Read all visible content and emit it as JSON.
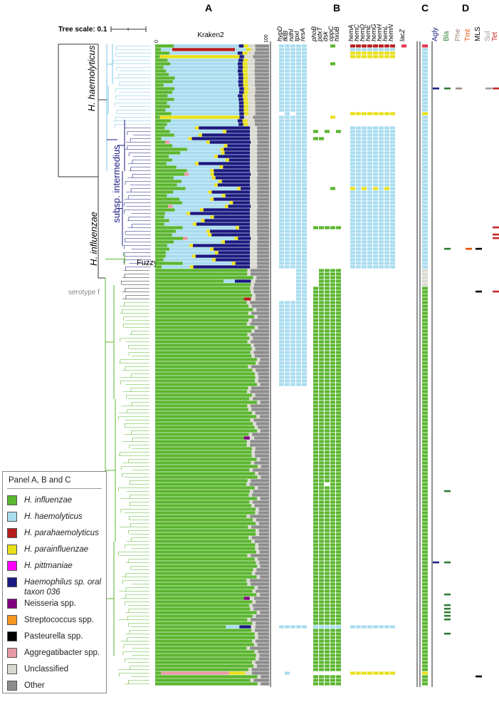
{
  "tree_scale_label": "Tree scale: 0.1",
  "panel_labels": [
    "A",
    "B",
    "C",
    "D"
  ],
  "panel_a": {
    "title": "Kraken2",
    "axis_start": "0",
    "axis_end": "100"
  },
  "clade_labels": {
    "haemolyticus": "H. haemolyticus",
    "intermedius": "subsp. intermedius",
    "influenzae": "H. influenzae",
    "fuzzy": "Fuzzy",
    "serotype_f": "serotype f"
  },
  "genes": [
    "hypD",
    "fklB",
    "ndhI",
    "tpxI",
    "resA",
    "phoB",
    "pdxT",
    "dsk",
    "oppC",
    "hxuB",
    "hemA",
    "hemC",
    "hemD",
    "hemE",
    "hemG",
    "hemH",
    "hemL",
    "hemN",
    "lacZ"
  ],
  "amr_classes": [
    {
      "label": "Agly",
      "color": "#1a237e"
    },
    {
      "label": "Bla",
      "color": "#2e7d32"
    },
    {
      "label": "Phe",
      "color": "#a1887f"
    },
    {
      "label": "Tmt",
      "color": "#e65100"
    },
    {
      "label": "MLS",
      "color": "#000000"
    },
    {
      "label": "Sul",
      "color": "#9e9e9e"
    },
    {
      "label": "Tet",
      "color": "#c62828"
    }
  ],
  "legend": {
    "title": "Panel A, B and C",
    "items": [
      {
        "label": "H. influenzae",
        "color": "#5ab52f",
        "italic": true
      },
      {
        "label": "H. haemolyticus",
        "color": "#a8dcef",
        "italic": true
      },
      {
        "label": "H. parahaemolyticus",
        "color": "#b71c1c",
        "italic": true
      },
      {
        "label": "H. parainfluenzae",
        "color": "#e8e01a",
        "italic": true
      },
      {
        "label": "H. pittmaniae",
        "color": "#ff00ff",
        "italic": true
      },
      {
        "label": "Haemophilus sp. oral taxon 036",
        "color": "#1a1a80",
        "italic": true
      },
      {
        "label": "Neisseria spp.",
        "color": "#800080",
        "italic": false
      },
      {
        "label": "Streptococcus spp.",
        "color": "#f5961e",
        "italic": false
      },
      {
        "label": "Pasteurella spp.",
        "color": "#000000",
        "italic": false
      },
      {
        "label": "Aggregatibacter spp.",
        "color": "#e89aa4",
        "italic": false
      },
      {
        "label": "Unclassified",
        "color": "#d9d9d0",
        "italic": false
      },
      {
        "label": "Other",
        "color": "#8c8c8c",
        "italic": false
      }
    ]
  }
}
